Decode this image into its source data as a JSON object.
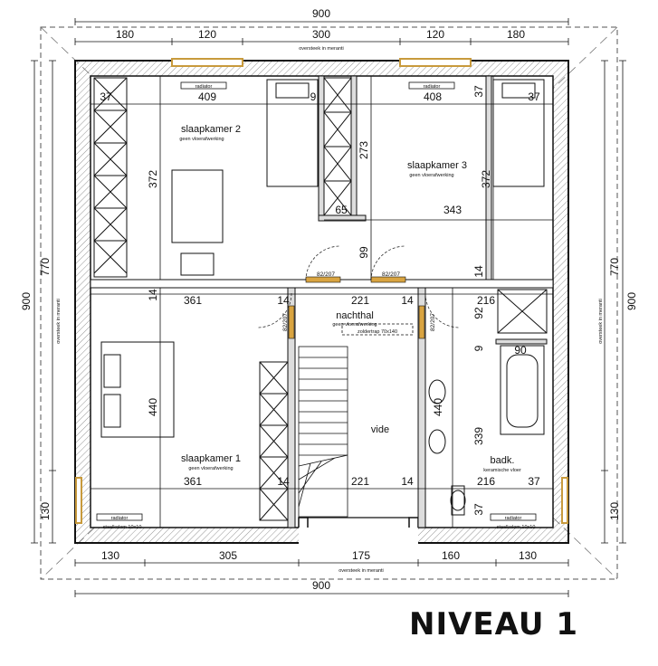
{
  "title": "NIVEAU 1",
  "dims": {
    "top_total": "900",
    "top_segments": [
      "180",
      "120",
      "300",
      "120",
      "180"
    ],
    "bottom_segments": [
      "130",
      "305",
      "175",
      "160",
      "130"
    ],
    "bottom_total": "900",
    "left_outer": "900",
    "left_inner": "770",
    "left_bottom": "130",
    "right_outer": "900",
    "right_inner": "770",
    "right_bottom": "130"
  },
  "notes": {
    "overhang": "oversteek in meranti",
    "radiator": "radiator",
    "column": "staalkolom 10x10",
    "no_finish": "geen vloerafwerking",
    "ceramic_floor": "keramische vloer",
    "attic_stair": "zoldertrap 70x140",
    "door": "82/207"
  },
  "rooms": {
    "bedroom2": "slaapkamer 2",
    "bedroom3": "slaapkamer 3",
    "bedroom1": "slaapkamer 1",
    "hall": "nachthal",
    "void": "vide",
    "bath": "badk."
  },
  "room_dims": {
    "d37a": "37",
    "d409": "409",
    "d9a": "9",
    "d408": "408",
    "d37b": "37",
    "d37c": "37",
    "d372a": "372",
    "d273": "273",
    "d372b": "372",
    "d65": "65",
    "d343": "343",
    "d99": "99",
    "d14a": "14",
    "d14b": "14",
    "d361a": "361",
    "d14c": "14",
    "d221a": "221",
    "d14d": "14",
    "d216a": "216",
    "d92": "92",
    "d9b": "9",
    "d90": "90",
    "d440a": "440",
    "d440b": "440",
    "d339": "339",
    "d361b": "361",
    "d14e": "14",
    "d221b": "221",
    "d14f": "14",
    "d216b": "216",
    "d37d": "37",
    "d37e": "37"
  }
}
